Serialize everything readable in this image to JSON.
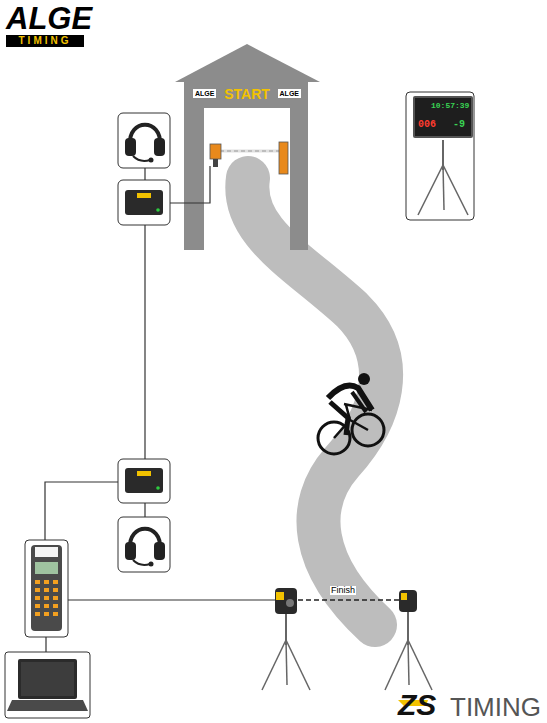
{
  "diagram": {
    "nodes": [
      {
        "text": [
          "ALGE",
          "START",
          "ALGE"
        ]
      },
      {
        "text": [
          "10:57:39",
          "006",
          "-9"
        ]
      }
    ],
    "labels": [
      "ALGE",
      "TIMING",
      "Finish",
      "ZS",
      "TIMING"
    ]
  }
}
